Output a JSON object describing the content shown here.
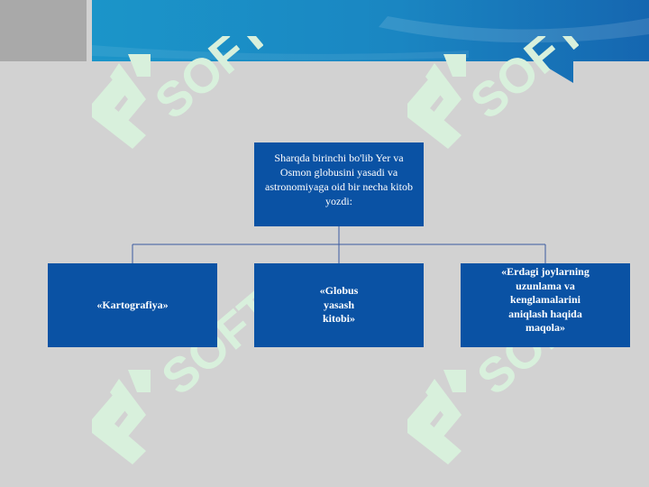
{
  "colors": {
    "box_fill": "#0a52a4",
    "box_text": "#ffffff",
    "background": "#d2d2d2",
    "header_blue": "#1f87c4",
    "connector": "#3b5aa0",
    "watermark": "#d8f0dc"
  },
  "watermark": {
    "text": "SOFT",
    "icon": "sos-logo-icon"
  },
  "diagram": {
    "root": {
      "text": "Sharqda birinchi bo'lib Yer va Osmon globusini yasadi va astronomiyaga oid bir necha kitob yozdi:"
    },
    "children": [
      {
        "text": "«Kartografiya»"
      },
      {
        "text": "«Globus yasash kitobi»"
      },
      {
        "text": "«Erdagi joylarning uzunlama va kenglamalarini aniqlash haqida maqola»"
      }
    ]
  }
}
